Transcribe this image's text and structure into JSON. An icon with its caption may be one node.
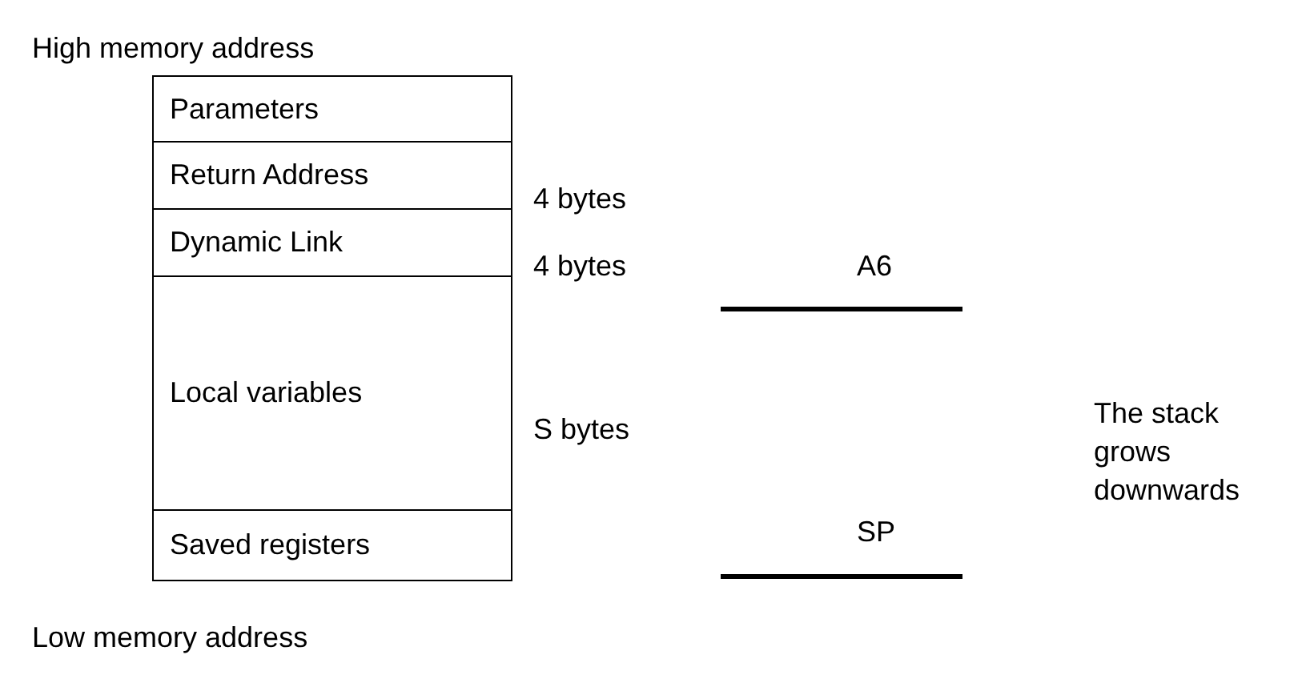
{
  "diagram": {
    "nodes": [
      {
        "text": [
          "Parameters"
        ]
      },
      {
        "text": [
          "Return Address"
        ]
      },
      {
        "text": [
          "Dynamic Link"
        ]
      },
      {
        "text": [
          "Local variables"
        ]
      },
      {
        "text": [
          "Saved registers"
        ]
      }
    ],
    "labels": [
      "High memory address",
      "4 bytes",
      "4 bytes",
      "A6",
      "S bytes",
      "The stack grows downwards",
      "SP",
      "Low memory address"
    ]
  }
}
